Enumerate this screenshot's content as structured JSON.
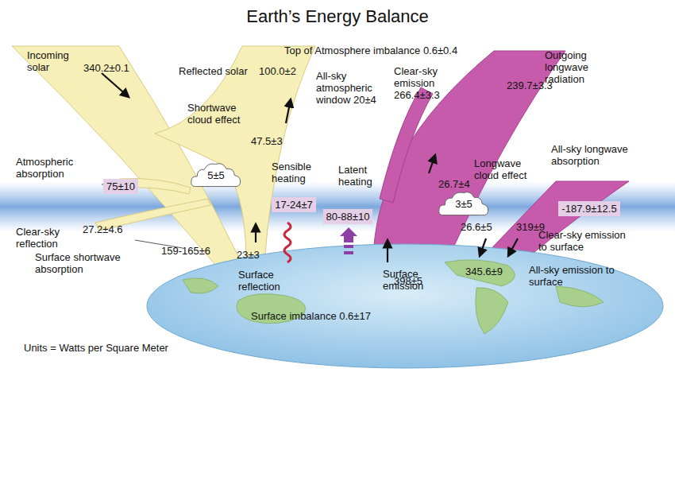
{
  "diagram": {
    "title": "Earth’s Energy Balance",
    "nodes": [
      {
        "text": [
          "75±10"
        ]
      },
      {
        "text": [
          "5±5"
        ]
      },
      {
        "text": [
          "17-24±7"
        ]
      },
      {
        "text": [
          "80-88±10"
        ]
      },
      {
        "text": [
          "3±5"
        ]
      },
      {
        "text": [
          "-187.9±12.5"
        ]
      }
    ],
    "labels": [
      "Incoming solar",
      "340.2±0.1",
      "Reflected solar",
      "100.0±2",
      "Top of Atmosphere imbalance 0.6±0.4",
      "Shortwave cloud effect",
      "All-sky atmospheric window 20±4",
      "47.5±3",
      "Sensible heating",
      "Latent heating",
      "Atmospheric absorption",
      "Clear-sky reflection",
      "27.2±4.6",
      "159-165±6",
      "Surface shortwave absorption",
      "23±3",
      "Surface reflection",
      "Surface imbalance 0.6±17",
      "Units = Watts per Square Meter",
      "Clear-sky emission 266.4±3.3",
      "239.7±3.3",
      "Outgoing longwave radiation",
      "26.7±4",
      "Longwave cloud effect",
      "All-sky longwave absorption",
      "26.6±5",
      "319±9",
      "Clear-sky emission to surface",
      "398±5",
      "Surface emission",
      "345.6±9",
      "All-sky emission to surface"
    ]
  }
}
